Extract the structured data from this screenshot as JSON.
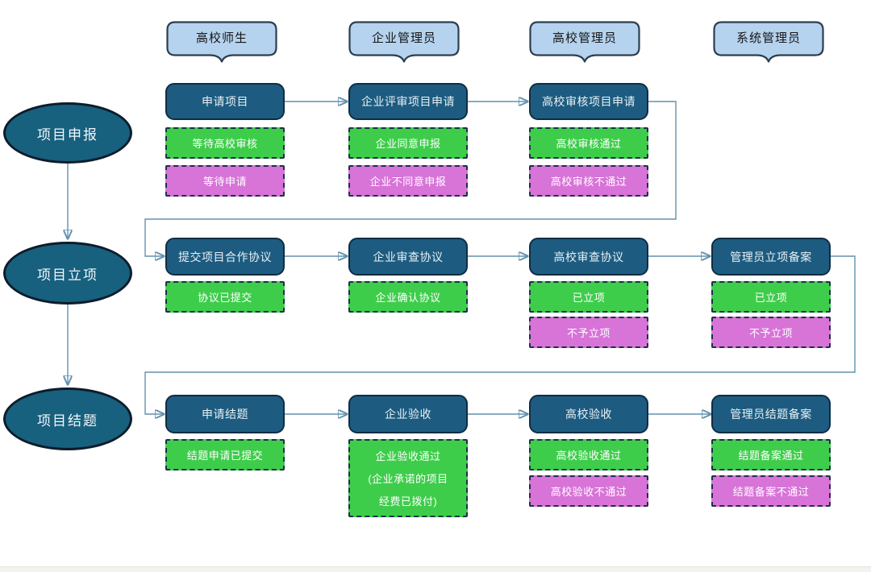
{
  "headers": [
    {
      "label": "高校师生"
    },
    {
      "label": "企业管理员"
    },
    {
      "label": "高校管理员"
    },
    {
      "label": "系统管理员"
    }
  ],
  "phases": [
    {
      "label": "项目申报"
    },
    {
      "label": "项目立项"
    },
    {
      "label": "项目结题"
    }
  ],
  "rows": [
    {
      "steps": [
        {
          "title": "申请项目",
          "statuses": [
            {
              "label": "等待高校审核",
              "type": "green"
            },
            {
              "label": "等待申请",
              "type": "magenta"
            }
          ]
        },
        {
          "title": "企业评审项目申请",
          "statuses": [
            {
              "label": "企业同意申报",
              "type": "green"
            },
            {
              "label": "企业不同意申报",
              "type": "magenta"
            }
          ]
        },
        {
          "title": "高校审核项目申请",
          "statuses": [
            {
              "label": "高校审核通过",
              "type": "green"
            },
            {
              "label": "高校审核不通过",
              "type": "magenta"
            }
          ]
        }
      ]
    },
    {
      "steps": [
        {
          "title": "提交项目合作协议",
          "statuses": [
            {
              "label": "协议已提交",
              "type": "green"
            }
          ]
        },
        {
          "title": "企业审查协议",
          "statuses": [
            {
              "label": "企业确认协议",
              "type": "green"
            }
          ]
        },
        {
          "title": "高校审查协议",
          "statuses": [
            {
              "label": "已立项",
              "type": "green"
            },
            {
              "label": "不予立项",
              "type": "magenta"
            }
          ]
        },
        {
          "title": "管理员立项备案",
          "statuses": [
            {
              "label": "已立项",
              "type": "green"
            },
            {
              "label": "不予立项",
              "type": "magenta"
            }
          ]
        }
      ]
    },
    {
      "steps": [
        {
          "title": "申请结题",
          "statuses": [
            {
              "label": "结题申请已提交",
              "type": "green"
            }
          ]
        },
        {
          "title": "企业验收",
          "statuses": [
            {
              "type": "green-tall",
              "lines": [
                "企业验收通过",
                "(企业承诺的项目",
                "经费已拨付)"
              ]
            }
          ]
        },
        {
          "title": "高校验收",
          "statuses": [
            {
              "label": "高校验收通过",
              "type": "green"
            },
            {
              "label": "高校验收不通过",
              "type": "magenta"
            }
          ]
        },
        {
          "title": "管理员结题备案",
          "statuses": [
            {
              "label": "结题备案通过",
              "type": "green"
            },
            {
              "label": "结题备案不通过",
              "type": "magenta"
            }
          ]
        }
      ]
    }
  ],
  "colors": {
    "process_fill": "#1d5c80",
    "process_border": "#0f2d45",
    "green_fill": "#3ecd4b",
    "magenta_fill": "#d873d8",
    "status_border": "#1c3048",
    "header_fill": "#b5d3ee",
    "header_border": "#2c3e50",
    "connector": "#6391ae",
    "arrowhead": "#2c6b8f",
    "ellipse_fill": "#17607e",
    "ellipse_border": "#0d1c2b"
  }
}
